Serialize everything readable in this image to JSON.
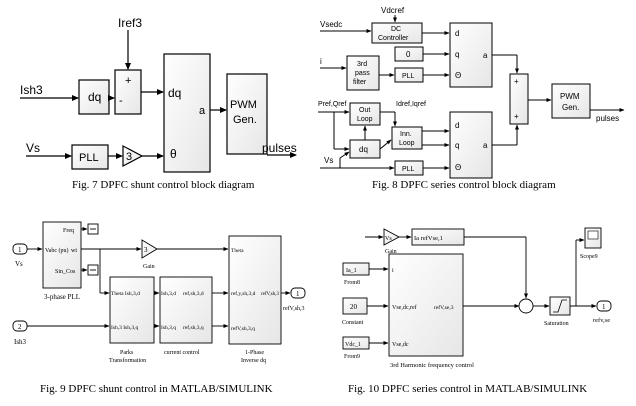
{
  "fig7": {
    "caption": "Fig. 7 DPFC shunt control block diagram",
    "iref": "Iref3",
    "ish": "Ish3",
    "vs": "Vs",
    "dq_left": "dq",
    "plus": "+",
    "minus": "-",
    "pll": "PLL",
    "gain": "3",
    "dq_right": "dq",
    "theta": "θ",
    "a": "a",
    "pwm": "PWM",
    "gen": "Gen.",
    "pulses": "pulses"
  },
  "fig8": {
    "caption": "Fig. 8 DPFC series control block diagram",
    "vdcref": "Vdcref",
    "vsedc": "Vsedc",
    "dc_controller_1": "DC",
    "dc_controller_2": "Controller",
    "zero": "0",
    "i": "i",
    "filter_1": "3rd",
    "filter_2": "pass",
    "filter_3": "filter",
    "pll_top": "PLL",
    "pref": "Pref,Qref",
    "outloop_1": "Out",
    "outloop_2": "Loop",
    "idref": "Idref,Iqref",
    "innloop_1": "Inn.",
    "innloop_2": "Loop",
    "dq_mid": "dq",
    "vs": "Vs",
    "pll_bot": "PLL",
    "d1": "d",
    "q1": "q",
    "th1": "Θ",
    "a1": "a",
    "d2": "d",
    "q2": "q",
    "th2": "Θ",
    "a2": "a",
    "sum_plus1": "+",
    "sum_plus2": "+",
    "pwm": "PWM",
    "gen": "Gen.",
    "pulses": "pulses"
  },
  "fig9": {
    "caption": "Fig. 9 DPFC shunt control in MATLAB/SIMULINK",
    "in1_num": "1",
    "in1_label": "Vs",
    "in2_num": "2",
    "in2_label": "Ish3",
    "pll_freq": "Freq",
    "pll_vabc": "Vabc (pu)",
    "pll_wt": "wt",
    "pll_sincos": "Sin_Cos",
    "pll_name": "3-phase PLL",
    "gain_val": "3",
    "gain_name": "Gain",
    "parks_theta": "Theta Ish,3,d",
    "parks_ish": "Ish,3 Ish,3,q",
    "parks_name_1": "Parks",
    "parks_name_2": "Transformation",
    "cc_d": "Ish,3,d",
    "cc_q": "Ish,3,q",
    "cc_refd": "ref,sh,3,d",
    "cc_refq": "ref,sh,3,q",
    "cc_name": "current control",
    "inv_theta": "Theta",
    "inv_refd": "ref,y,sh,3,d",
    "inv_refq": "refV,sh,3,q",
    "inv_out": "refV,sh,3",
    "inv_name_1": "1-Phase",
    "inv_name_2": "Inverse dq",
    "out_num": "1",
    "out_label": "refV,sh,3"
  },
  "fig10": {
    "caption": "Fig. 10 DPFC series control in MATLAB/SIMULINK",
    "vs_in": "Vs",
    "ia_label": "Ia  refVse,1",
    "gain_name": "Gain",
    "ia1": "Ia_1",
    "from8": "From8",
    "i_port": "i",
    "const_val": "20",
    "const_name": "Constant",
    "vse_dc_ref": "Vse,dc,ref",
    "refv_port": "refV,se,3",
    "vdc1": "Vdc_1",
    "from9": "From9",
    "vse_dc": "Vse,dc",
    "harm_name": "3rd Harmonic frequency control",
    "sat_name": "Saturation",
    "scope_name": "Scope9",
    "out_num": "1",
    "out_label": "refv,se"
  }
}
